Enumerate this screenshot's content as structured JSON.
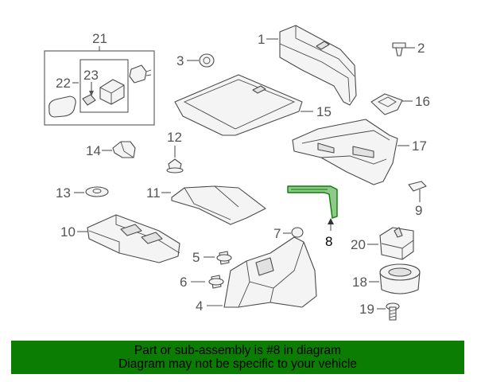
{
  "callouts": {
    "c1": "1",
    "c2": "2",
    "c3": "3",
    "c4": "4",
    "c5": "5",
    "c6": "6",
    "c7": "7",
    "c8": "8",
    "c9": "9",
    "c10": "10",
    "c11": "11",
    "c12": "12",
    "c13": "13",
    "c14": "14",
    "c15": "15",
    "c16": "16",
    "c17": "17",
    "c18": "18",
    "c19": "19",
    "c20": "20",
    "c21": "21",
    "c22": "22",
    "c23": "23"
  },
  "banner": {
    "line1": "Part or sub-assembly is #8 in diagram",
    "line2": "Diagram may not be specific to your vehicle"
  },
  "colors": {
    "banner_bg": "#0b7d03",
    "highlight_part": "#0b7d03"
  }
}
